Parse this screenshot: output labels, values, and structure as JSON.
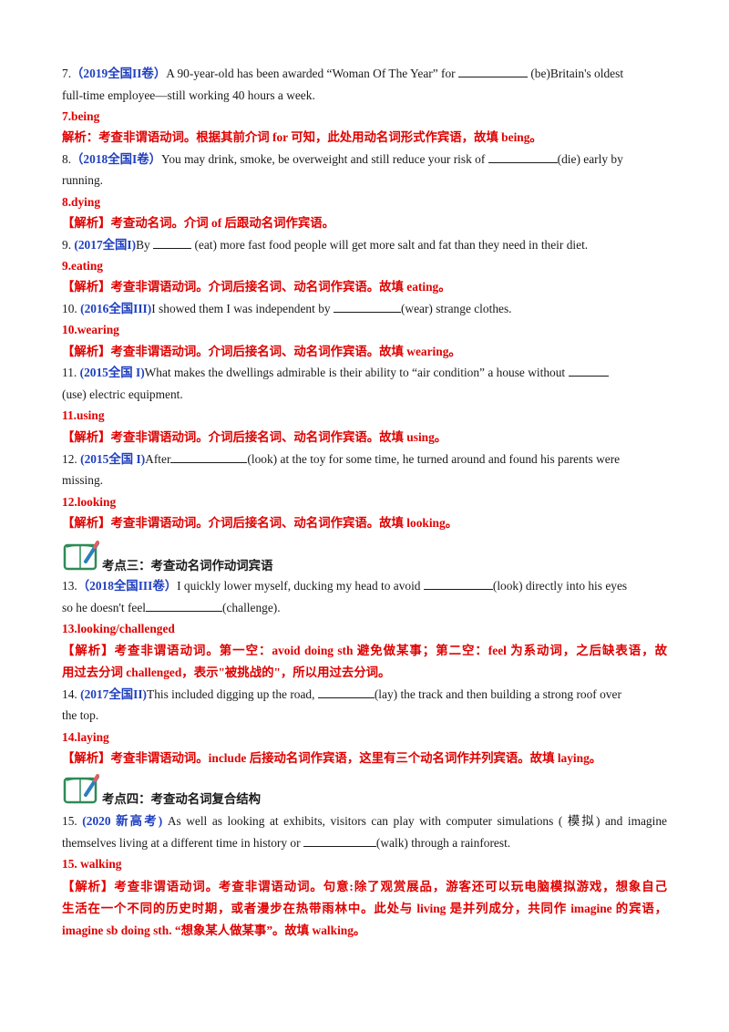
{
  "items": [
    {
      "q1": "7.",
      "tag": "（2019全国II卷）",
      "q2": "A 90-year-old has been awarded “Woman Of The Year” for ",
      "q3": " (be)Britain's oldest",
      "line2": "full-time employee—still working 40 hours a week.",
      "answer": "7.being",
      "explain": "解析：考查非谓语动词。根据其前介词 for 可知，此处用动名词形式作宾语，故填 being。"
    },
    {
      "q1": "8.",
      "tag": "（2018全国I卷）",
      "q2": "You may drink, smoke, be overweight and still reduce your risk of ",
      "q3": "(die) early by",
      "line2": "running.",
      "answer": "8.dying",
      "explain": "【解析】考查动名词。介词 of 后跟动名词作宾语。"
    },
    {
      "q1": "9.",
      "tag": "(2017全国I)",
      "q2": "By ",
      "q3": " (eat) more fast food people will get more salt and fat than they need in their diet.",
      "answer": "9.eating",
      "explain": "【解析】考查非谓语动词。介词后接名词、动名词作宾语。故填 eating。"
    },
    {
      "q1": "10.",
      "tag": "(2016全国III)",
      "q2": "I showed them I was independent by ",
      "q3": "(wear) strange clothes.",
      "answer": "10.wearing",
      "explain": "【解析】考查非谓语动词。介词后接名词、动名词作宾语。故填 wearing。"
    },
    {
      "q1": "11.",
      "tag": "(2015全国 I)",
      "q2": "What makes the dwellings admirable is their ability to “air condition” a house without ",
      "line2": "(use) electric equipment.",
      "answer": "11.using",
      "explain": "【解析】考查非谓语动词。介词后接名词、动名词作宾语。故填 using。"
    },
    {
      "q1": "12.",
      "tag": "(2015全国 I)",
      "q2": "After",
      "q3": "(look) at the toy for some time, he turned around and found his parents were",
      "line2": "missing.",
      "answer": "12.looking",
      "explain": "【解析】考查非谓语动词。介词后接名词、动名词作宾语。故填 looking。"
    },
    {
      "q1": "13.",
      "tag": "（2018全国III卷）",
      "q2": "I quickly lower myself, ducking my head to avoid ",
      "q3": "(look) directly into his eyes",
      "line2a": "so he doesn't feel",
      "line2b": "(challenge).",
      "answer": "13.looking/challenged",
      "explain": "【解析】考查非谓语动词。第一空：avoid doing sth 避免做某事；第二空：feel 为系动词，之后缺表语，故",
      "explain2": "用过去分词 challenged，表示\"被挑战的\"，所以用过去分词。"
    },
    {
      "q1": "14.",
      "tag": "(2017全国II)",
      "q2": "This included digging up the road, ",
      "q3": "(lay) the track and then building a strong roof over",
      "line2": "the top.",
      "answer": "14.laying",
      "explain": "【解析】考查非谓语动词。include 后接动名词作宾语，这里有三个动名词作并列宾语。故填 laying。"
    },
    {
      "q1": "15.",
      "tag": "(2020 新高考)",
      "q2": "As well as looking at exhibits, visitors can play with computer simulations ( 模拟) and imagine",
      "line2a": "themselves living at a different time in history or ",
      "line2b": "(walk) through a rainforest.",
      "answer": "15. walking",
      "explain": "【解析】考查非谓语动词。考查非谓语动词。句意:除了观赏展品，游客还可以玩电脑模拟游戏，想象自己",
      "explain2": "生活在一个不同的历史时期，或者漫步在热带雨林中。此处与 living 是并列成分，共同作 imagine 的宾语，",
      "explain3": "imagine sb doing sth. “想象某人做某事”。故填 walking。"
    }
  ],
  "sections": [
    {
      "title": "考点三：考查动名词作动词宾语"
    },
    {
      "title": "考点四：考查动名词复合结构"
    }
  ]
}
